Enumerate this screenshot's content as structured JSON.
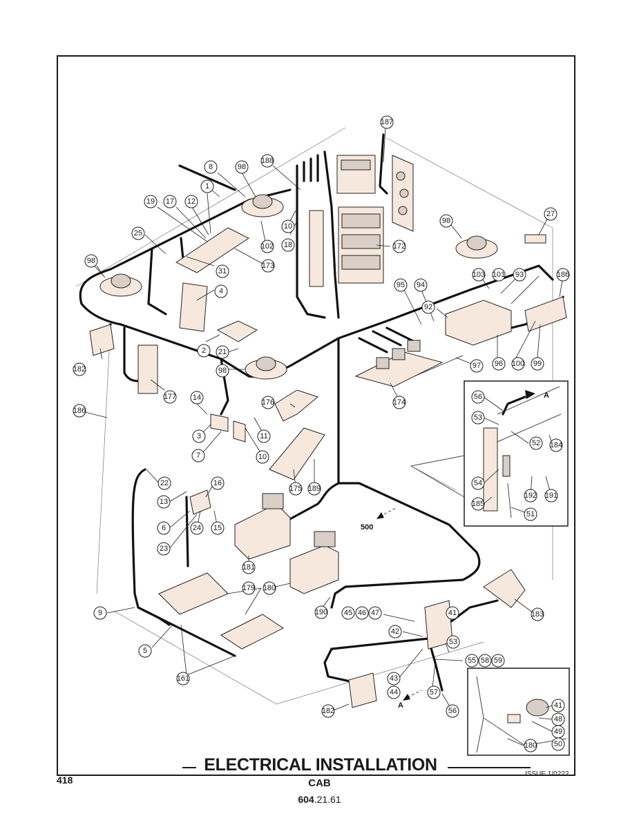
{
  "title": "ELECTRICAL INSTALLATION",
  "subtitle": "CAB",
  "section_code": {
    "bold": "604",
    "rest": ".21.61"
  },
  "page_number": "418",
  "issue": "ISSUE 1/0222",
  "arrow_labels": {
    "a_top": "A",
    "a_bottom": "A",
    "ref_500": "500"
  },
  "callouts": [
    "1",
    "2",
    "3",
    "4",
    "5",
    "6",
    "7",
    "8",
    "9",
    "10",
    "10",
    "11",
    "12",
    "13",
    "14",
    "15",
    "16",
    "17",
    "18",
    "19",
    "21",
    "22",
    "23",
    "24",
    "25",
    "27",
    "31",
    "41",
    "41",
    "42",
    "43",
    "44",
    "45",
    "46",
    "47",
    "48",
    "49",
    "50",
    "51",
    "52",
    "53",
    "53",
    "54",
    "55",
    "56",
    "56",
    "57",
    "58",
    "59",
    "92",
    "93",
    "94",
    "95",
    "96",
    "97",
    "98",
    "98",
    "98",
    "98",
    "99",
    "100",
    "101",
    "102",
    "103",
    "161",
    "172",
    "173",
    "174",
    "175",
    "176",
    "177",
    "179",
    "180",
    "180",
    "181",
    "182",
    "182",
    "183",
    "184",
    "185",
    "186",
    "186",
    "187",
    "188",
    "189",
    "190",
    "191",
    "192"
  ],
  "colors": {
    "line": "#1a1a1a",
    "part_fill": "#f6e8dc",
    "background": "#ffffff"
  }
}
